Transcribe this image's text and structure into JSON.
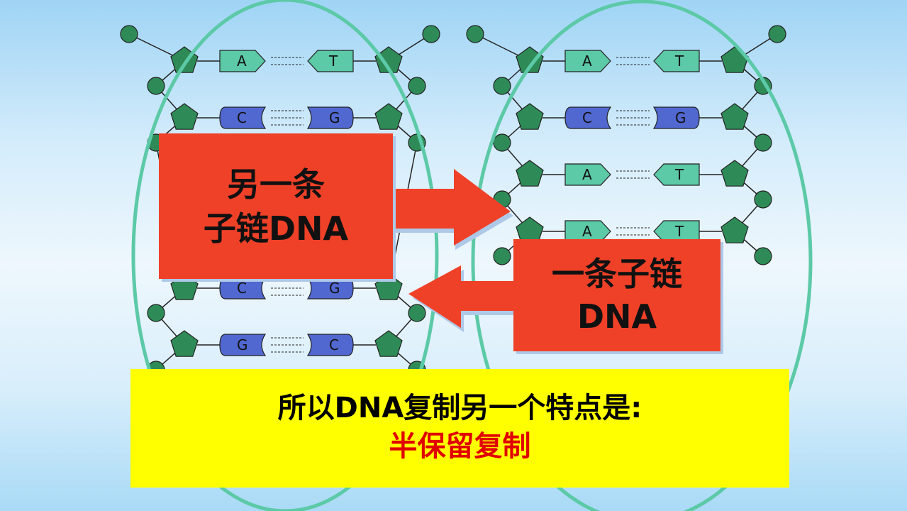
{
  "left_box": {
    "line1": "另一条",
    "line2": "子链DNA"
  },
  "right_box": {
    "line1": "一条子链",
    "line2": "DNA"
  },
  "caption": {
    "line1": "所以DNA复制另一个特点是:",
    "line2": "半保留复制"
  },
  "left_molecule": {
    "pairs": [
      {
        "left": "A",
        "right": "T"
      },
      {
        "left": "C",
        "right": "G"
      },
      {
        "left": "C",
        "right": "G"
      },
      {
        "left": "G",
        "right": "C"
      }
    ]
  },
  "right_molecule": {
    "pairs": [
      {
        "left": "A",
        "right": "T"
      },
      {
        "left": "C",
        "right": "G"
      },
      {
        "left": "A",
        "right": "T"
      },
      {
        "left": "A",
        "right": "T"
      }
    ]
  },
  "colors": {
    "phosphate": "#2e8b57",
    "sugar": "#2e8b57",
    "purine_AT": "#5cc9a7",
    "pyrimidine_CG": "#5168d0",
    "ellipse": "#5cc9a7",
    "box_red": "#ef4128",
    "caption_bg": "#ffff00",
    "highlight_text": "#e00000"
  }
}
